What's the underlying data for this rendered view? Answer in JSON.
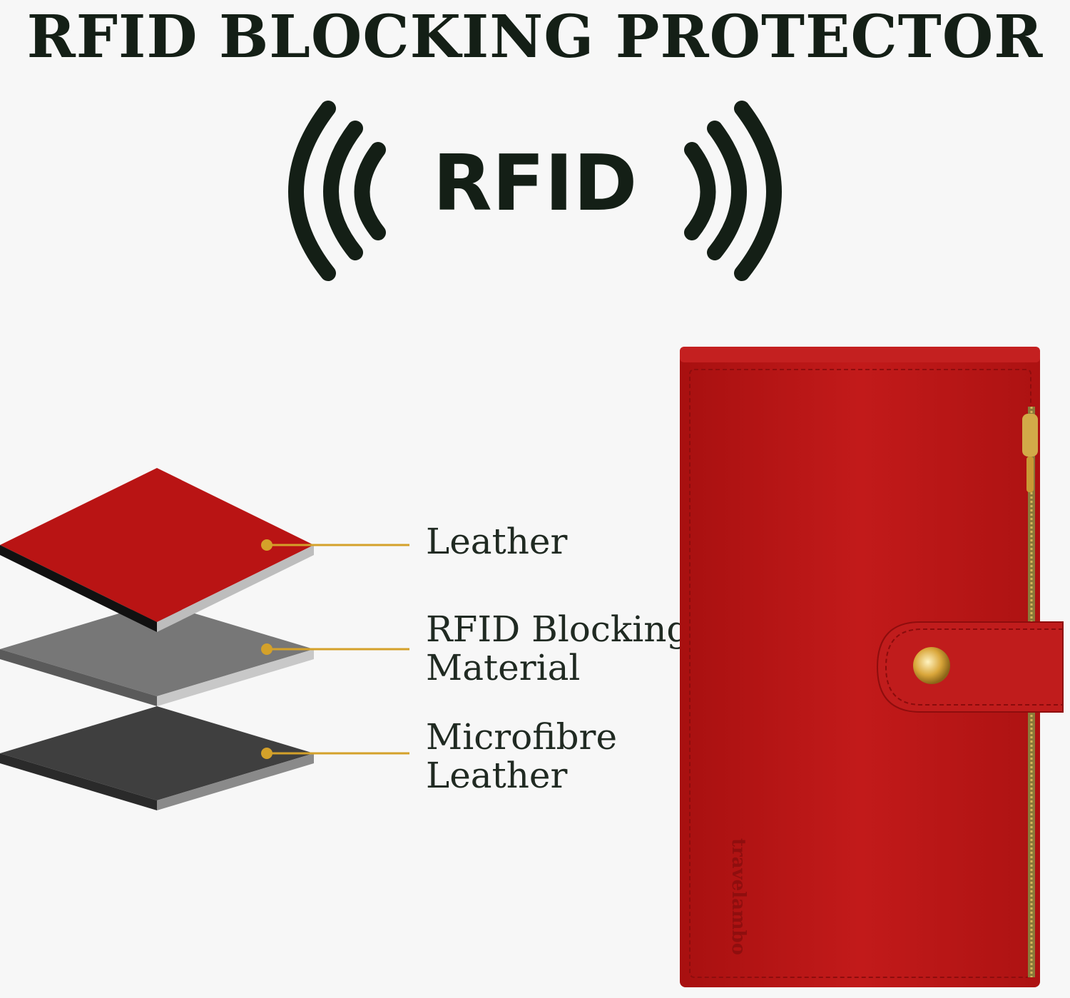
{
  "title": "RFID BLOCKING PROTECTOR",
  "badge": {
    "text": "RFID",
    "icon": "rfid-signal-icon"
  },
  "layers": [
    {
      "lines": [
        "Leather"
      ],
      "color": "#b91414"
    },
    {
      "lines": [
        "RFID Blocking",
        "Material"
      ],
      "color": "#7a7a7a"
    },
    {
      "lines": [
        "Microfibre",
        "Leather"
      ],
      "color": "#454545"
    }
  ],
  "colors": {
    "text": "#141f16",
    "leader": "#d4a12a",
    "wallet": "#b71616"
  },
  "wallet": {
    "brand": "travelambo"
  }
}
